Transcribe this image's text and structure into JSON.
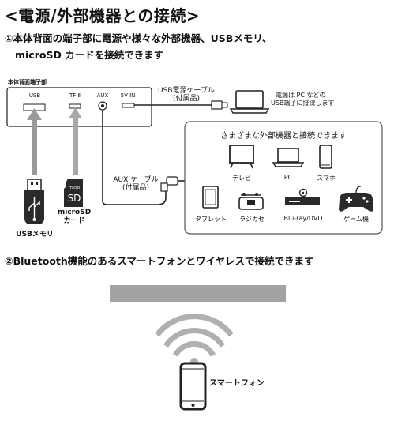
{
  "title": "<電源/外部機器との接続>",
  "section1": {
    "line1": "①本体背面の端子部に電源や様々な外部機器、USBメモリ、",
    "line2": "microSD カードを接続できます"
  },
  "panel": {
    "label": "本体背面端子部",
    "ports": [
      "USB",
      "TF Ⅱ",
      "AUX",
      "5V IN"
    ]
  },
  "usb_cable": {
    "line1": "USB電源ケーブル",
    "line2": "(付属品)"
  },
  "power_note": {
    "line1": "電源は PC などの",
    "line2": "USB端子に接続します"
  },
  "aux_cable": {
    "line1": "AUX ケーブル",
    "line2": "(付属品)"
  },
  "usb_memory_label": "USBメモリ",
  "microsd": {
    "card_top": "micro",
    "card_main": "SD",
    "label1": "microSD",
    "label2": "カード"
  },
  "devices_box": {
    "title": "さまざまな外部機器と接続できます",
    "items": [
      "テレビ",
      "PC",
      "スマホ",
      "タブレット",
      "ラジカセ",
      "Blu-ray/DVD",
      "ゲーム機"
    ]
  },
  "section2": {
    "text": "②Bluetooth機能のあるスマートフォンとワイヤレスで接続できます",
    "phone_label": "スマートフォン"
  },
  "colors": {
    "line": "#222222",
    "box_border": "#555555",
    "soundbar": "#a3a3a3",
    "usb_arrow": "#9a9a9a",
    "tf_arrow": "#a8a8a8",
    "wifi": "#b0b0b0"
  }
}
